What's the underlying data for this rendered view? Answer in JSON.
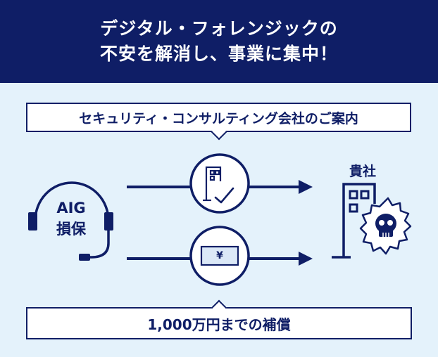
{
  "header": {
    "line1": "デジタル・フォレンジックの",
    "line2": "不安を解消し、事業に集中！"
  },
  "consulting_callout": "セキュリティ・コンサルティング会社のご案内",
  "provider": {
    "line1": "AIG",
    "line2": "損保"
  },
  "client_label": "貴社",
  "currency_symbol": "¥",
  "compensation_callout": "1,000万円までの補償",
  "colors": {
    "navy": "#0f1e66",
    "background": "#e4f2fb",
    "white": "#ffffff"
  }
}
